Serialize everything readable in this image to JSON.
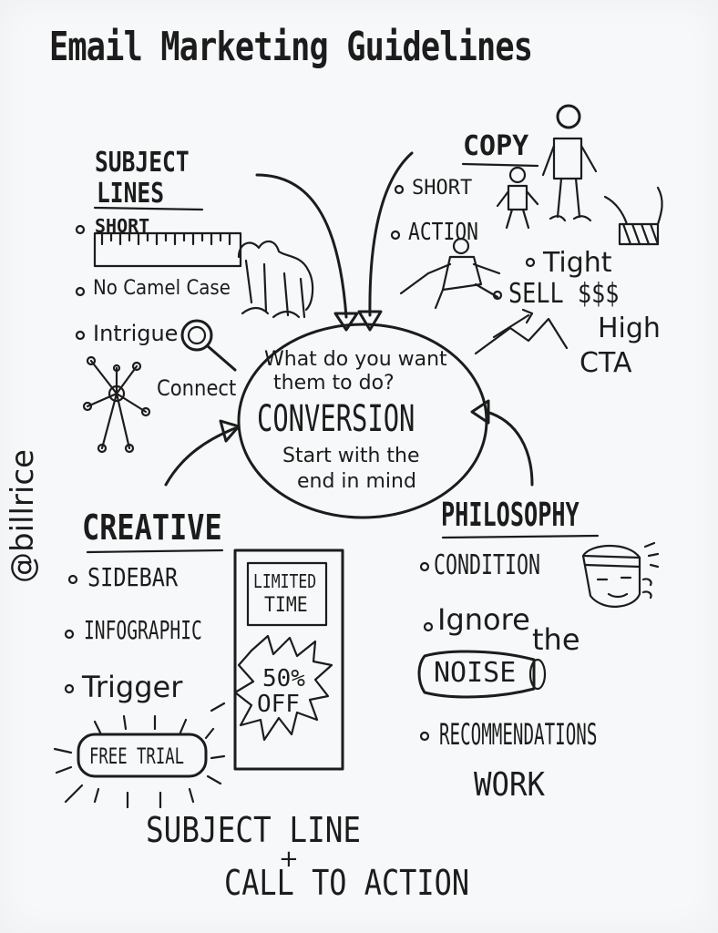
{
  "title": "Email Marketing Guidelines",
  "author_handle": "@billrice",
  "center": {
    "question_line1": "What do you want",
    "question_line2": "them to do?",
    "headline": "CONVERSION",
    "tagline_line1": "Start with the",
    "tagline_line2": "end in mind"
  },
  "subject_lines": {
    "heading_line1": "SUBJECT",
    "heading_line2": "LINES",
    "items": [
      "SHORT",
      "No Camel Case",
      "Intrigue",
      "Connect"
    ]
  },
  "copy": {
    "heading": "COPY",
    "items": [
      "SHORT",
      "ACTION",
      "Tight",
      "SELL $$$"
    ],
    "cta_line1": "High",
    "cta_line2": "CTA"
  },
  "creative": {
    "heading": "CREATIVE",
    "items": [
      "SIDEBAR",
      "INFOGRAPHIC",
      "Trigger"
    ],
    "free_trial": "FREE TRIAL",
    "ad_limited_line1": "LIMITED",
    "ad_limited_line2": "TIME",
    "ad_discount_line1": "50%",
    "ad_discount_line2": "OFF"
  },
  "philosophy": {
    "heading": "PHILOSOPHY",
    "items": [
      "CONDITION",
      "Ignore",
      "RECOMMENDATIONS"
    ],
    "ignore_suffix": "the",
    "noise": "NOISE",
    "work": "WORK"
  },
  "bottom": {
    "line1": "SUBJECT LINE",
    "plus": "+",
    "line2": "CALL TO ACTION"
  }
}
